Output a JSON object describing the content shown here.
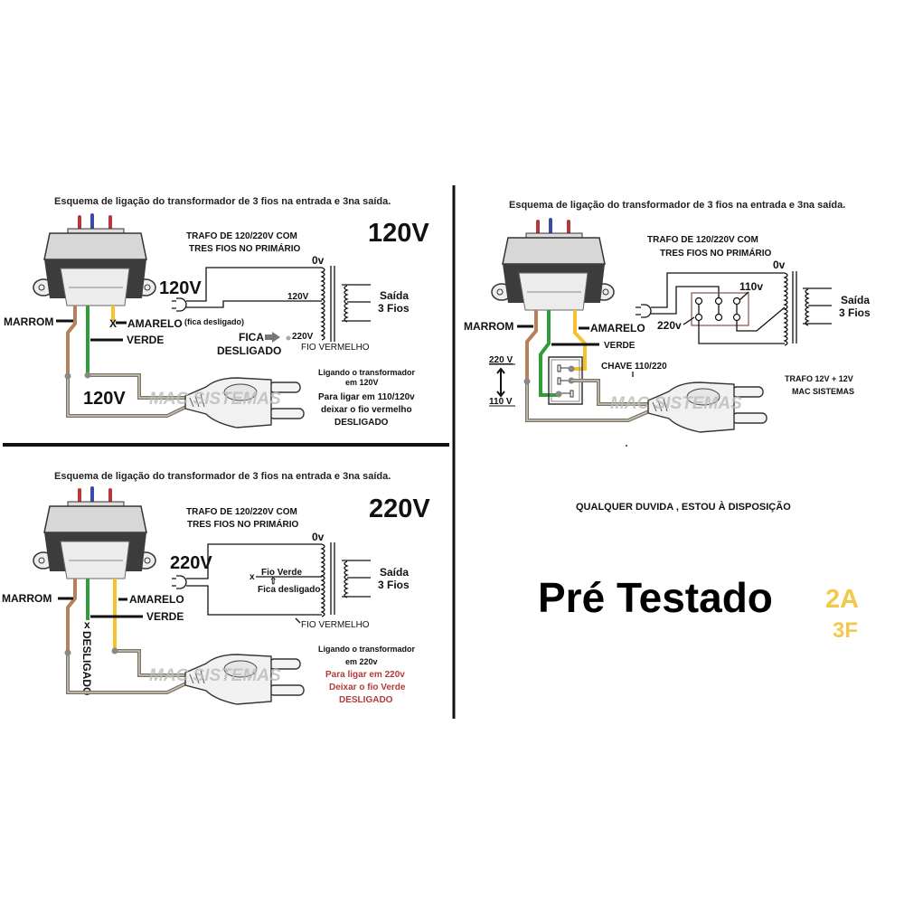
{
  "colors": {
    "brown": "#b8805a",
    "green": "#2f9e3a",
    "yellow": "#f6c12a",
    "gray_wire": "#8a8272",
    "red_note": "#b53a3a",
    "gold": "#f2c94c"
  },
  "common": {
    "title": "Esquema de ligação do transformador de 3 fios na entrada  e 3na saída.",
    "trafo_line1": "TRAFO DE  120/220V COM",
    "trafo_line2": "TRES  FIOS NO PRIMÁRIO",
    "marrom": "MARROM",
    "amarelo": "AMARELO",
    "verde": "VERDE",
    "tap_0v": "0v",
    "saida": "Saída",
    "tres_fios": "3 Fios",
    "fio_vermelho": "FIO VERMELHO",
    "watermark": "MAC SISTEMAS"
  },
  "panel_120v": {
    "voltage": "120V",
    "input_voltage": "120V",
    "x_mark": "X",
    "amarelo_note": "(fica desligado)",
    "tap_120v": "120V",
    "tap_220v": "220V",
    "fica": "FICA",
    "desligado": "DESLIGADO",
    "plug_voltage": "120V",
    "note1": "Ligando o transformador",
    "note2": "em 120V",
    "note3": "Para ligar em 110/120v",
    "note4": "deixar o fio vermelho",
    "note5": "DESLIGADO"
  },
  "panel_220v": {
    "voltage": "220V",
    "input_voltage": "220V",
    "x_mark": "x",
    "fio_verde": "Fio Verde",
    "fica_desligado": "Fica desligado",
    "verde_desligado": "DESLIGADO",
    "note1": "Ligando o transformador",
    "note2": "em 220v",
    "note3": "Para ligar em 220v",
    "note4": "Deixar o fio Verde",
    "note5": "DESLIGADO"
  },
  "panel_switch": {
    "tap_110v": "110v",
    "tap_220v": "220v",
    "chave": "CHAVE 110/220",
    "sel_220": "220 V",
    "sel_110": "110 V",
    "trafo_info1": "TRAFO 12V + 12V",
    "trafo_info2": "MAC  SISTEMAS"
  },
  "footer": {
    "contact": "QUALQUER DUVIDA , ESTOU À DISPOSIÇÃO",
    "headline": "Pré Testado",
    "spec1": "2A",
    "spec2": "3F"
  }
}
